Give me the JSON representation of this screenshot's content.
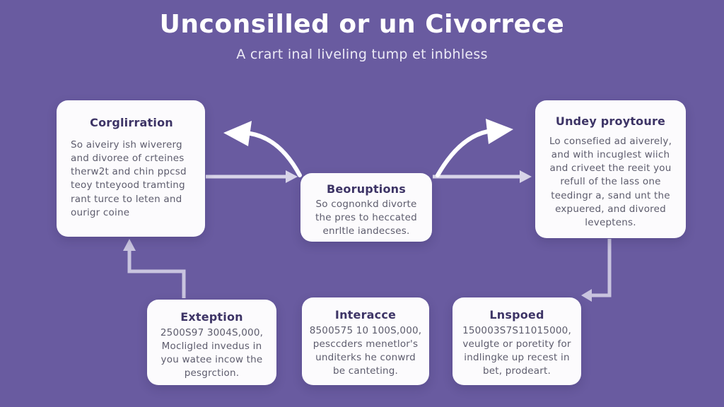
{
  "colors": {
    "background": "#695ba0",
    "card_background": "#fcfbfd",
    "heading_text": "#3d3466",
    "body_text": "#5d5c6d",
    "title_text": "#ffffff",
    "arrow_lavender": "#d8d4e9",
    "arrow_white": "#ffffff"
  },
  "header": {
    "title": "Unconsilled or un Civorrece",
    "subtitle": "A crart inal liveling tump et inbhless"
  },
  "boxes": {
    "top_left": {
      "title": "Corglirration",
      "body": "So aiveiry ish wivererg and divoree of crteines therw2t and chin ppcsd teoy tnteyood tramting rant turce to leten and ourigr coine"
    },
    "middle": {
      "title": "Beoruptions",
      "body": "So cognonkd divorte the pres to heccated enrltle iandecses."
    },
    "top_right": {
      "title": "Undey proytoure",
      "body": "Lo consefied ad aiverely, and with incuglest wiich and criveet the reeit you refull of the lass one teedingr a, sand unt the expuered, and divored leveptens."
    },
    "bottom_left": {
      "title": "Exteption",
      "body": "2500S97 3004S,000, Mocligled invedus in you watee incow the pesgrction."
    },
    "bottom_middle": {
      "title": "Interacce",
      "body": "8500575 10 100S,000, pesccders menetlor's unditerks he conwrd be canteting."
    },
    "bottom_right": {
      "title": "Lnspoed",
      "body": "150003S7S11015000, veulgte or poretity for indlingke up recest in bet, prodeart."
    }
  },
  "arrows": {
    "curved_left": "white curved arrow pointing up-left toward Corglirration",
    "curved_right": "white curved arrow pointing up-right toward Undey proytoure",
    "straight_left_to_middle": "lavender arrow from Corglirration to Beoruptions",
    "straight_middle_to_right": "lavender arrow from Beoruptions to Undey proytoure",
    "elbow_up_left": "lavender elbow arrow from Exteption up to Corglirration",
    "elbow_down_right": "lavender elbow arrow from Undey proytoure down to Lnspoed"
  }
}
